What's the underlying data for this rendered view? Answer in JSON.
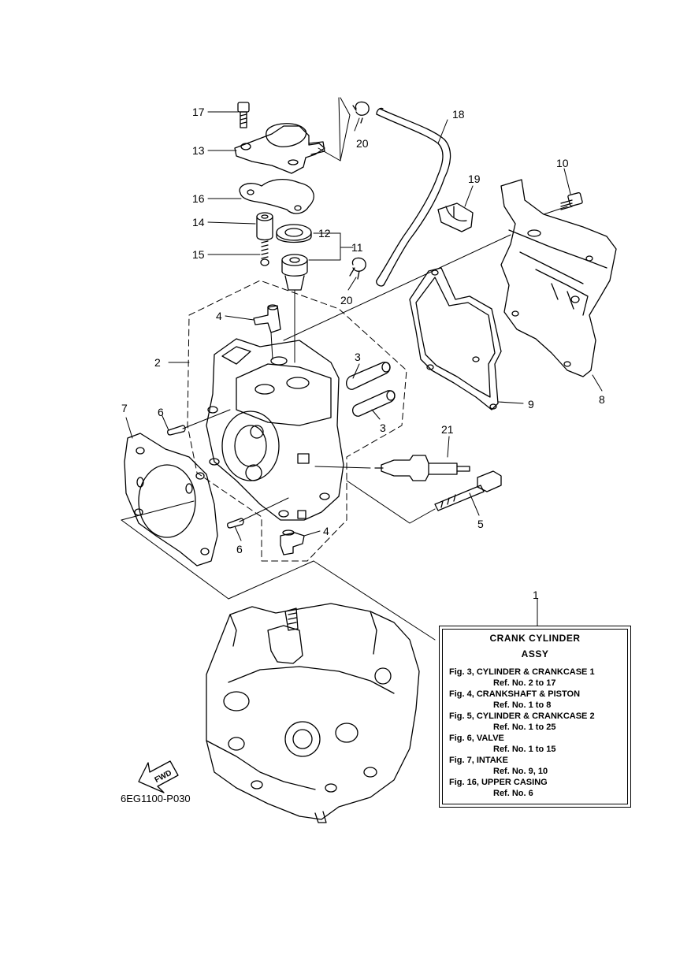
{
  "callouts": {
    "c1": "1",
    "c2": "2",
    "c3a": "3",
    "c3b": "3",
    "c4a": "4",
    "c4b": "4",
    "c5": "5",
    "c6a": "6",
    "c6b": "6",
    "c7": "7",
    "c8": "8",
    "c9": "9",
    "c10": "10",
    "c11": "11",
    "c12": "12",
    "c13": "13",
    "c14": "14",
    "c15": "15",
    "c16": "16",
    "c17": "17",
    "c18": "18",
    "c19": "19",
    "c20a": "20",
    "c20b": "20",
    "c21": "21"
  },
  "fwd_label": "FWD",
  "figure_code": "6EG1100-P030",
  "reference_box": {
    "title_line1": "CRANK CYLINDER",
    "title_line2": "ASSY",
    "entries": [
      {
        "fig": "Fig. 3, CYLINDER & CRANKCASE 1",
        "ref": "Ref. No. 2 to 17"
      },
      {
        "fig": "Fig. 4, CRANKSHAFT & PISTON",
        "ref": "Ref. No. 1 to 8"
      },
      {
        "fig": "Fig. 5, CYLINDER & CRANKCASE 2",
        "ref": "Ref. No. 1 to 25"
      },
      {
        "fig": "Fig. 6, VALVE",
        "ref": "Ref. No. 1 to 15"
      },
      {
        "fig": "Fig. 7, INTAKE",
        "ref": "Ref. No. 9, 10"
      },
      {
        "fig": "Fig. 16, UPPER CASING",
        "ref": "Ref. No. 6"
      }
    ]
  }
}
